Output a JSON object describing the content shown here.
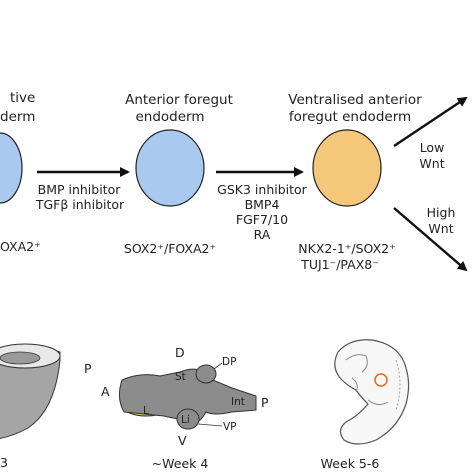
{
  "stages": [
    {
      "title_line1": "tive",
      "title_line2": "derm",
      "marker": "OXA2⁺",
      "color": "#aac9f0"
    },
    {
      "title_line1": "Anterior foregut",
      "title_line2": "endoderm",
      "marker": "SOX2⁺/FOXA2⁺",
      "color": "#aac9f0"
    },
    {
      "title_line1": "Ventralised anterior",
      "title_line2": "foregut endoderm",
      "marker": "NKX2-1⁺/SOX2⁺",
      "marker2": "TUJ1⁻/PAX8⁻",
      "color": "#f5c77a"
    }
  ],
  "transitions": [
    {
      "lines": [
        "BMP inhibitor",
        "TGFβ inhibitor"
      ]
    },
    {
      "lines": [
        "GSK3 inhibitor",
        "BMP4",
        "FGF7/10",
        "RA"
      ]
    }
  ],
  "branches": {
    "low": {
      "line1": "Low",
      "line2": "Wnt"
    },
    "high": {
      "line1": "High",
      "line2": "Wnt"
    }
  },
  "embryos": {
    "left": {
      "p_label": "P",
      "caption": "3"
    },
    "middle": {
      "d": "D",
      "v": "V",
      "a": "A",
      "p": "P",
      "dp": "DP",
      "vp": "VP",
      "st": "St",
      "l": "L",
      "li": "Li",
      "int": "Int",
      "caption": "~Week 4"
    },
    "right": {
      "caption": "Week 5-6"
    }
  }
}
